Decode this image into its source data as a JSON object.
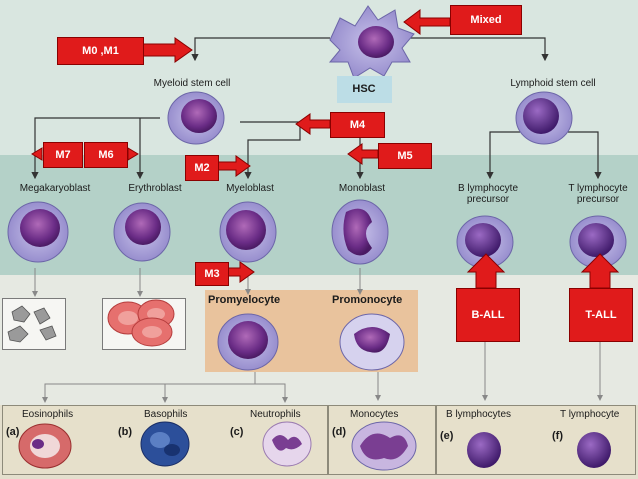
{
  "root": {
    "hsc": "HSC",
    "mixed_tag": "Mixed",
    "m0m1_tag": "M0 ,M1"
  },
  "myeloid": {
    "stem_label": "Myeloid stem cell",
    "m4_tag": "M4",
    "m5_tag": "M5",
    "m7_tag": "M7",
    "m6_tag": "M6",
    "m2_tag": "M2",
    "m3_tag": "M3",
    "megakaryoblast": "Megakaryoblast",
    "erythroblast": "Erythroblast",
    "myeloblast": "Myeloblast",
    "monoblast": "Monoblast",
    "promyelocyte": "Promyelocyte",
    "promonocyte": "Promonocyte"
  },
  "lymphoid": {
    "stem_label": "Lymphoid stem cell",
    "b_precursor": "B lymphocyte\nprecursor",
    "t_precursor": "T lymphocyte\nprecursor",
    "ball_tag": "B-ALL",
    "tall_tag": "T-ALL"
  },
  "mature": {
    "eosinophils": "Eosinophils",
    "basophils": "Basophils",
    "neutrophils": "Neutrophils",
    "monocytes": "Monocytes",
    "b_lymphocytes": "B lymphocytes",
    "t_lymphocyte": "T lymphocyte",
    "a": "(a)",
    "b": "(b)",
    "c": "(c)",
    "d": "(d)",
    "e": "(e)",
    "f": "(f)"
  },
  "colors": {
    "tag_red": "#e01b1b",
    "nucleus_purple": "#6a2c86",
    "cell_lilac": "#9a8fd0",
    "rbc_pink": "#e6706e",
    "basophil_blue": "#2c4f9a"
  }
}
